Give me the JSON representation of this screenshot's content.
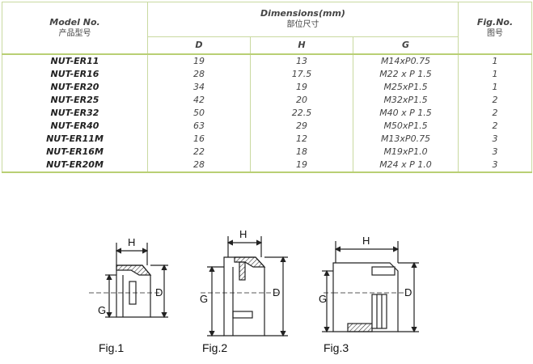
{
  "header": {
    "model_label": "Model No.",
    "model_label_cn": "产品型号",
    "dimensions_label": "Dimensions(mm)",
    "dimensions_label_cn": "部位尺寸",
    "fig_label": "Fig.No.",
    "fig_label_cn": "图号",
    "col_d": "D",
    "col_h": "H",
    "col_g": "G"
  },
  "rows": [
    {
      "model": "NUT-ER11",
      "d": "19",
      "h": "13",
      "g": "M14xP0.75",
      "fig": "1"
    },
    {
      "model": "NUT-ER16",
      "d": "28",
      "h": "17.5",
      "g": "M22 x P 1.5",
      "fig": "1"
    },
    {
      "model": "NUT-ER20",
      "d": "34",
      "h": "19",
      "g": "M25xP1.5",
      "fig": "1"
    },
    {
      "model": "NUT-ER25",
      "d": "42",
      "h": "20",
      "g": "M32xP1.5",
      "fig": "2"
    },
    {
      "model": "NUT-ER32",
      "d": "50",
      "h": "22.5",
      "g": "M40 x P 1.5",
      "fig": "2"
    },
    {
      "model": "NUT-ER40",
      "d": "63",
      "h": "29",
      "g": "M50xP1.5",
      "fig": "2"
    },
    {
      "model": "NUT-ER11M",
      "d": "16",
      "h": "12",
      "g": "M13xP0.75",
      "fig": "3"
    },
    {
      "model": "NUT-ER16M",
      "d": "22",
      "h": "18",
      "g": "M19xP1.0",
      "fig": "3"
    },
    {
      "model": "NUT-ER20M",
      "d": "28",
      "h": "19",
      "g": "M24 x P 1.0",
      "fig": "3"
    }
  ],
  "figures": {
    "fig1": {
      "caption": "Fig.1",
      "h": "H",
      "d": "D",
      "g": "G"
    },
    "fig2": {
      "caption": "Fig.2",
      "h": "H",
      "d": "D",
      "g": "G"
    },
    "fig3": {
      "caption": "Fig.3",
      "h": "H",
      "d": "D",
      "g": "G"
    }
  }
}
